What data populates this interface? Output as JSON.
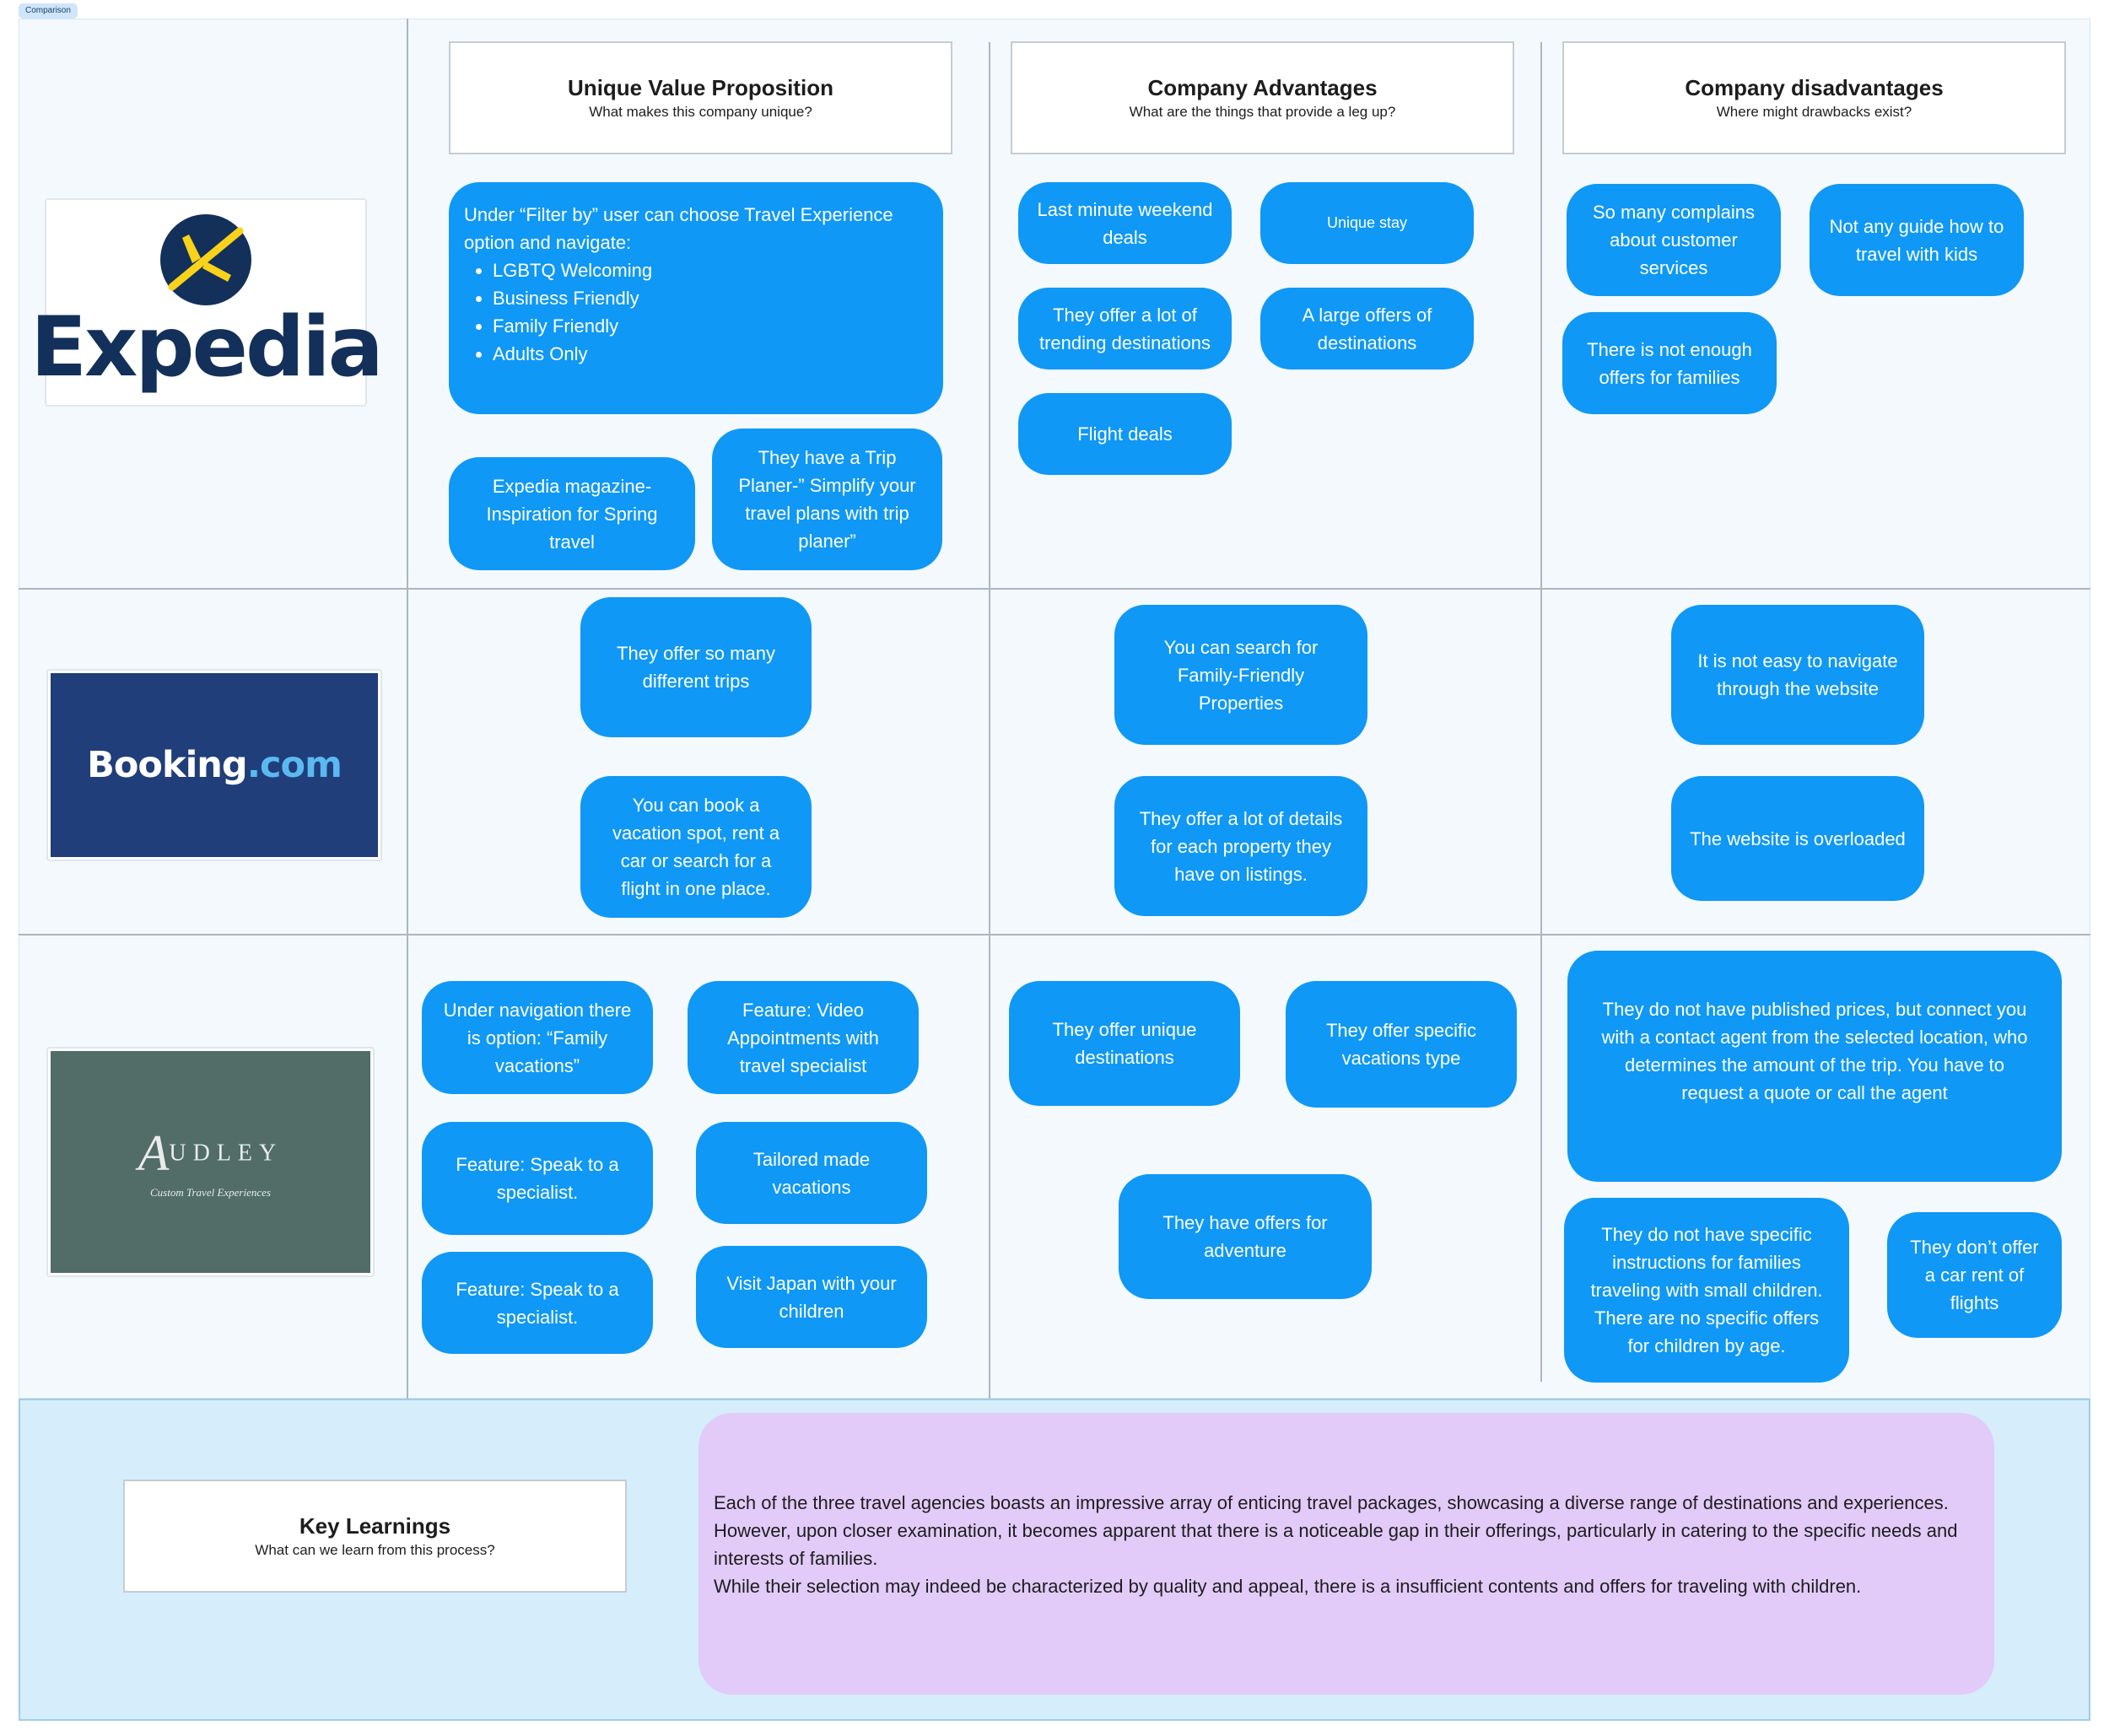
{
  "frame_label": "Comparison",
  "colors": {
    "bubble": "#0f98f5",
    "board": "#f4f9fd",
    "learnings_bg": "#d6edfb",
    "learnings_text_bg": "#e2cbf9",
    "expedia_navy": "#13305a",
    "expedia_yellow": "#f9d21a",
    "booking_blue": "#1f3e7a",
    "booking_cyan": "#5bb9f0",
    "audley_green": "#526d68"
  },
  "columns": {
    "uvp": {
      "title": "Unique Value Proposition",
      "subtitle": "What makes this company unique?"
    },
    "advantages": {
      "title": "Company Advantages",
      "subtitle": "What are the things that provide a leg up?"
    },
    "disadvantages": {
      "title": "Company disadvantages",
      "subtitle": "Where might drawbacks exist?"
    }
  },
  "logos": {
    "expedia": {
      "wordmark": "Expedia",
      "icon": "plane-icon"
    },
    "booking": {
      "part1": "Booking",
      "part2": ".com"
    },
    "audley": {
      "initial": "A",
      "name": "UDLEY",
      "tagline": "Custom Travel Experiences"
    }
  },
  "expedia": {
    "uvp": {
      "filter_intro": "Under “Filter by” user can choose Travel Experience option and navigate:",
      "filter_items": [
        "LGBTQ Welcoming",
        "Business Friendly",
        "Family Friendly",
        "Adults Only"
      ],
      "magazine": "Expedia magazine- Inspiration for Spring travel",
      "trip_planner": "They have a Trip Planer-” Simplify your travel plans with trip planer”"
    },
    "advantages": {
      "last_minute": "Last minute weekend deals",
      "unique_stay": "Unique stay",
      "trending": "They offer a lot of trending destinations",
      "large_offers": "A large offers of destinations",
      "flight_deals": "Flight deals"
    },
    "disadvantages": {
      "complains": "So many complains about customer services",
      "no_guide": "Not any guide how to travel with kids",
      "not_enough": "There is not enough offers for families"
    }
  },
  "booking": {
    "uvp": {
      "many_trips": "They offer so many different trips",
      "one_place": "You can book a vacation spot, rent a car or search for a flight in one place."
    },
    "advantages": {
      "family_search": "You can search for Family-Friendly Properties",
      "details": "They offer a lot of details for each property they have on listings."
    },
    "disadvantages": {
      "navigate": "It is not easy to navigate through the website",
      "overloaded": "The website is overloaded"
    }
  },
  "audley": {
    "uvp": {
      "family_vacations": "Under navigation there is option: “Family vacations”",
      "video": "Feature: Video Appointments with travel specialist",
      "speak1": "Feature: Speak to a specialist.",
      "tailored": "Tailored made vacations",
      "speak2": "Feature: Speak to a specialist.",
      "japan": "Visit Japan with your children"
    },
    "advantages": {
      "unique_dest": "They offer unique destinations",
      "specific_types": "They offer specific vacations type",
      "adventure": "They have offers for adventure"
    },
    "disadvantages": {
      "no_prices": "They do not have published prices, but connect you with a contact agent from the selected location, who determines the amount of the trip. You have to request a quote or call the agent",
      "no_instructions": "They do not have specific instructions for families traveling with small children. There are no specific offers for children by age.",
      "no_car": "They don’t offer a car rent of flights"
    }
  },
  "key_learnings": {
    "title": "Key Learnings",
    "subtitle": "What can we learn from this process?",
    "paragraphs": [
      "Each of the three travel agencies boasts an impressive array of enticing travel packages, showcasing a diverse range of destinations and experiences.",
      "However, upon closer examination, it becomes apparent that there is a noticeable gap in their offerings, particularly in catering to the specific needs and interests of families.",
      "While their selection may indeed be characterized by quality and appeal, there is a insufficient contents and offers for traveling with children."
    ]
  }
}
